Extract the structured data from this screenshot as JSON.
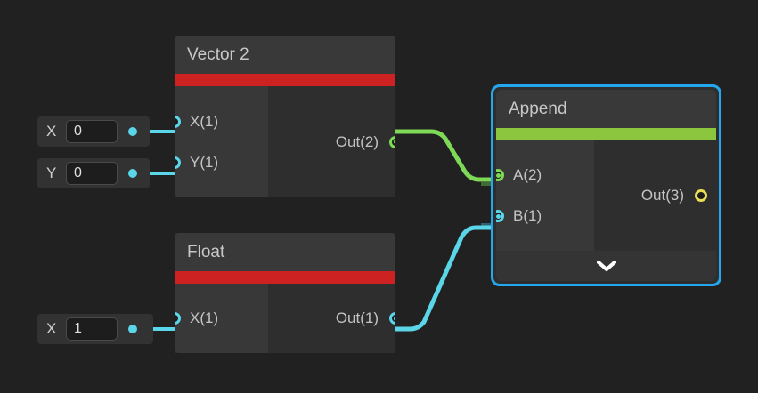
{
  "canvas": {
    "background": "#212121"
  },
  "colors": {
    "wire_float": "#5bd5e8",
    "wire_vector2": "#7ed957",
    "accent_red": "#cc2222",
    "accent_green": "#8cc63f",
    "port_yellow": "#e8dd55",
    "selection": "#23a8ef"
  },
  "widgets": [
    {
      "name": "vector2-x",
      "label": "X",
      "value": "0",
      "dot_color": "#5bd5e8"
    },
    {
      "name": "vector2-y",
      "label": "Y",
      "value": "0",
      "dot_color": "#5bd5e8"
    },
    {
      "name": "float-x",
      "label": "X",
      "value": "1",
      "dot_color": "#5bd5e8"
    }
  ],
  "nodes": [
    {
      "id": "vector2",
      "title": "Vector 2",
      "accent": "#cc2222",
      "selected": false,
      "expander": false,
      "inputs": [
        {
          "label": "X(1)",
          "color": "#5bd5e8",
          "connected": false
        },
        {
          "label": "Y(1)",
          "color": "#5bd5e8",
          "connected": false
        }
      ],
      "outputs": [
        {
          "label": "Out(2)",
          "color": "#7ed957",
          "connected": true
        }
      ]
    },
    {
      "id": "float",
      "title": "Float",
      "accent": "#cc2222",
      "selected": false,
      "expander": false,
      "inputs": [
        {
          "label": "X(1)",
          "color": "#5bd5e8",
          "connected": false
        }
      ],
      "outputs": [
        {
          "label": "Out(1)",
          "color": "#5bd5e8",
          "connected": true
        }
      ]
    },
    {
      "id": "append",
      "title": "Append",
      "accent": "#8cc63f",
      "selected": true,
      "expander": true,
      "expander_icon": "chevron-down-icon",
      "inputs": [
        {
          "label": "A(2)",
          "color": "#7ed957",
          "connected": true
        },
        {
          "label": "B(1)",
          "color": "#5bd5e8",
          "connected": true
        }
      ],
      "outputs": [
        {
          "label": "Out(3)",
          "color": "#e8dd55",
          "connected": false
        }
      ]
    }
  ],
  "connections": [
    {
      "name": "wire-vector2-out-to-append-a",
      "from": "vector2.Out(2)",
      "to": "append.A(2)",
      "color": "#7ed957"
    },
    {
      "name": "wire-float-out-to-append-b",
      "from": "float.Out(1)",
      "to": "append.B(1)",
      "color": "#5bd5e8"
    },
    {
      "name": "wire-widget-x-to-vector2-x",
      "from": "widget.vector2-x",
      "to": "vector2.X(1)",
      "color": "#5bd5e8"
    },
    {
      "name": "wire-widget-y-to-vector2-y",
      "from": "widget.vector2-y",
      "to": "vector2.Y(1)",
      "color": "#5bd5e8"
    },
    {
      "name": "wire-widget-x-to-float-x",
      "from": "widget.float-x",
      "to": "float.X(1)",
      "color": "#5bd5e8"
    }
  ]
}
